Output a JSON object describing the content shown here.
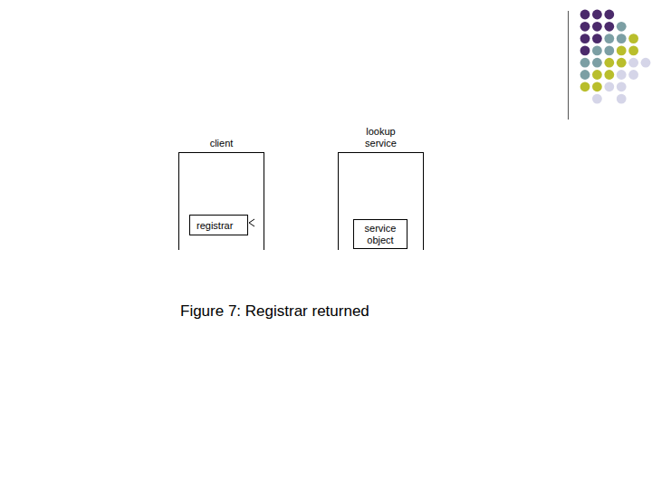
{
  "diagram": {
    "caption": "Figure 7: Registrar returned",
    "nodes": [
      {
        "text": [
          "client"
        ]
      },
      {
        "text": [
          "registrar"
        ],
        "in": 0
      },
      {
        "text": [
          "lookup service"
        ]
      },
      {
        "text": [
          "service object"
        ],
        "in": 2
      }
    ]
  }
}
